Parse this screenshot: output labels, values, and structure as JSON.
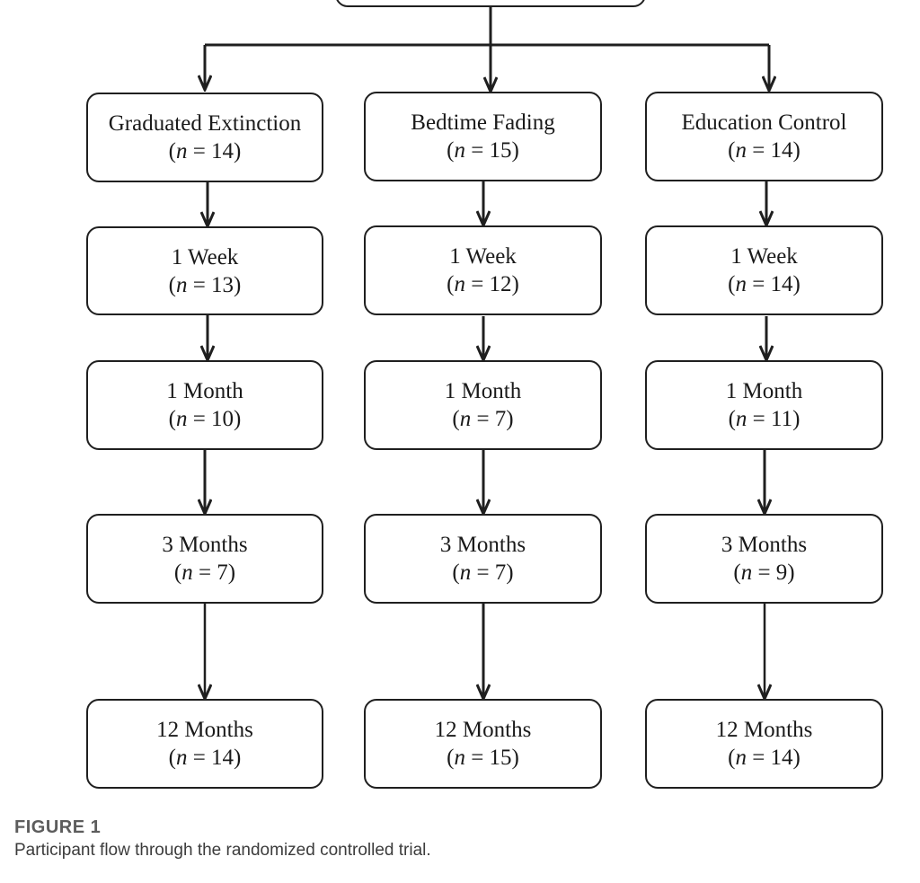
{
  "diagram": {
    "top_box": {
      "label": ""
    },
    "columns": [
      {
        "name": "graduated-extinction",
        "boxes": [
          {
            "label": "Graduated Extinction",
            "n_prefix": "(",
            "n_var": "n",
            "n_suffix": " = 14)"
          },
          {
            "label": "1 Week",
            "n_prefix": "(",
            "n_var": "n",
            "n_suffix": " = 13)"
          },
          {
            "label": "1 Month",
            "n_prefix": "(",
            "n_var": "n",
            "n_suffix": " = 10)"
          },
          {
            "label": "3 Months",
            "n_prefix": "(",
            "n_var": "n",
            "n_suffix": " = 7)"
          },
          {
            "label": "12 Months",
            "n_prefix": "(",
            "n_var": "n",
            "n_suffix": " = 14)"
          }
        ]
      },
      {
        "name": "bedtime-fading",
        "boxes": [
          {
            "label": "Bedtime Fading",
            "n_prefix": "(",
            "n_var": "n",
            "n_suffix": " = 15)"
          },
          {
            "label": "1 Week",
            "n_prefix": "(",
            "n_var": "n",
            "n_suffix": " = 12)"
          },
          {
            "label": "1 Month",
            "n_prefix": "(",
            "n_var": "n",
            "n_suffix": " = 7)"
          },
          {
            "label": "3 Months",
            "n_prefix": "(",
            "n_var": "n",
            "n_suffix": " = 7)"
          },
          {
            "label": "12 Months",
            "n_prefix": "(",
            "n_var": "n",
            "n_suffix": " = 15)"
          }
        ]
      },
      {
        "name": "education-control",
        "boxes": [
          {
            "label": "Education Control",
            "n_prefix": "(",
            "n_var": "n",
            "n_suffix": " = 14)"
          },
          {
            "label": "1 Week",
            "n_prefix": "(",
            "n_var": "n",
            "n_suffix": " = 14)"
          },
          {
            "label": "1 Month",
            "n_prefix": "(",
            "n_var": "n",
            "n_suffix": " = 11)"
          },
          {
            "label": "3 Months",
            "n_prefix": "(",
            "n_var": "n",
            "n_suffix": " = 9)"
          },
          {
            "label": "12 Months",
            "n_prefix": "(",
            "n_var": "n",
            "n_suffix": " = 14)"
          }
        ]
      }
    ]
  },
  "caption": {
    "figure_label": "FIGURE 1",
    "text": "Participant flow through the randomized controlled trial."
  },
  "colors": {
    "line": "#1f1f1f",
    "box_border": "#1f1f1f",
    "caption_label": "#5c5c5c",
    "caption_text": "#3c3c3c"
  }
}
